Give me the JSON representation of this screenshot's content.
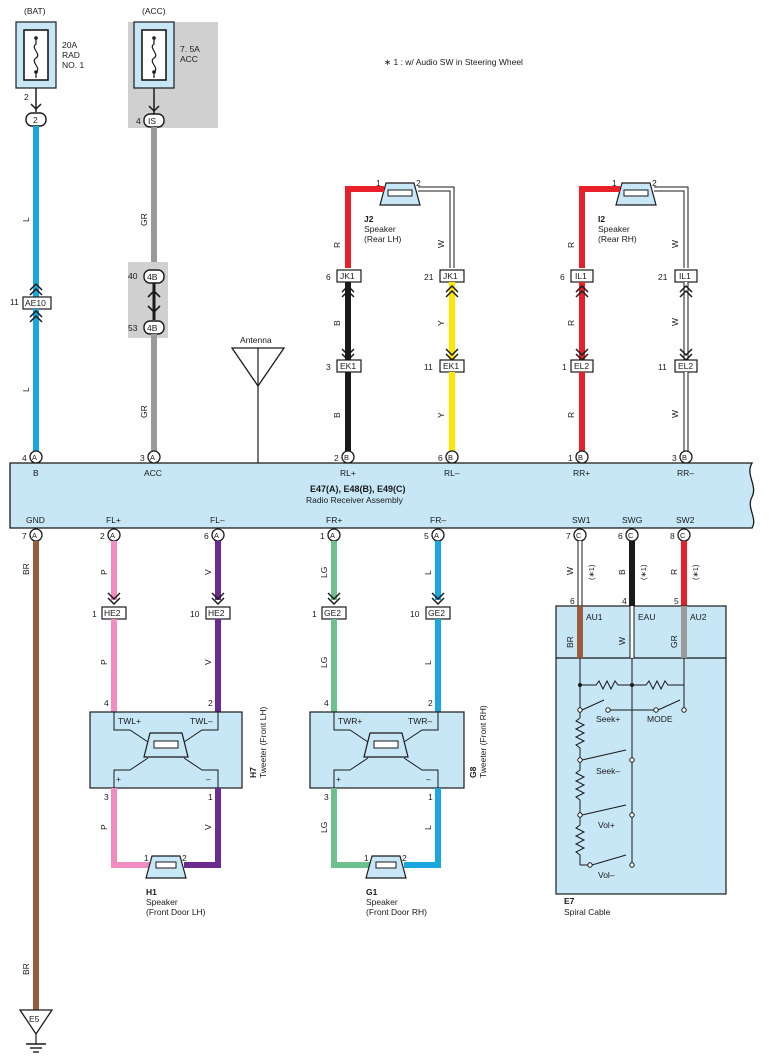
{
  "note": "∗ 1 : w/ Audio SW in Steering Wheel",
  "colors": {
    "L": "#1aa7e0",
    "GR": "#9a9a9a",
    "R": "#e8202a",
    "B": "#1a1a1a",
    "Y": "#ffe600",
    "W": "#ffffff",
    "BR": "#9b5a3a",
    "P": "#f08cc0",
    "V": "#6a2c91",
    "LG": "#6fc08f",
    "box_fill": "#c7e6f6",
    "gray_fill": "#d0d0d0"
  },
  "sources": {
    "bat": {
      "label": "(BAT)",
      "fuse": "20A",
      "fuse_name1": "RAD",
      "fuse_name2": "NO. 1",
      "pin": "2",
      "conn": "2",
      "wire": "L"
    },
    "acc": {
      "label": "(ACC)",
      "fuse": "7. 5A",
      "fuse_name": "ACC",
      "pin": "4",
      "conn": "IS",
      "wire": "GR"
    }
  },
  "mid_connectors": {
    "ae10": {
      "pin": "11",
      "name": "AE10",
      "wire": "L"
    },
    "acc4b_top": {
      "pin": "40",
      "name": "4B"
    },
    "acc4b_bot": {
      "pin": "53",
      "name": "4B",
      "wire": "GR"
    }
  },
  "antenna": {
    "label": "Antenna"
  },
  "rear_speakers": {
    "j2": {
      "id": "J2",
      "name": "Speaker",
      "pos": "(Rear LH)",
      "pin1": "1",
      "pin2": "2",
      "wire1": "R",
      "wire2": "W",
      "c1": {
        "pin": "6",
        "name": "JK1"
      },
      "c2": {
        "pin": "21",
        "name": "JK1"
      },
      "wire1b": "B",
      "wire2b": "Y",
      "c3": {
        "pin": "3",
        "name": "EK1"
      },
      "c4": {
        "pin": "11",
        "name": "EK1"
      },
      "wire1c": "B",
      "wire2c": "Y"
    },
    "i2": {
      "id": "I2",
      "name": "Speaker",
      "pos": "(Rear RH)",
      "pin1": "1",
      "pin2": "2",
      "wire1": "R",
      "wire2": "W",
      "c1": {
        "pin": "6",
        "name": "IL1"
      },
      "c2": {
        "pin": "21",
        "name": "IL1"
      },
      "wire1b": "R",
      "wire2b": "W",
      "c3": {
        "pin": "1",
        "name": "EL2"
      },
      "c4": {
        "pin": "11",
        "name": "EL2"
      },
      "wire1c": "R",
      "wire2c": "W"
    }
  },
  "radio": {
    "title": "E47(A), E48(B), E49(C)",
    "subtitle": "Radio Receiver Assembly",
    "top_pins": [
      {
        "pin": "4",
        "conn": "A",
        "label": "B"
      },
      {
        "pin": "3",
        "conn": "A",
        "label": "ACC"
      },
      {
        "pin": "2",
        "conn": "B",
        "label": "RL+"
      },
      {
        "pin": "6",
        "conn": "B",
        "label": "RL–"
      },
      {
        "pin": "1",
        "conn": "B",
        "label": "RR+"
      },
      {
        "pin": "3",
        "conn": "B",
        "label": "RR–"
      }
    ],
    "bottom_pins": [
      {
        "pin": "7",
        "conn": "A",
        "label": "GND"
      },
      {
        "pin": "2",
        "conn": "A",
        "label": "FL+"
      },
      {
        "pin": "6",
        "conn": "A",
        "label": "FL–"
      },
      {
        "pin": "1",
        "conn": "A",
        "label": "FR+"
      },
      {
        "pin": "5",
        "conn": "A",
        "label": "FR–"
      },
      {
        "pin": "7",
        "conn": "C",
        "label": "SW1"
      },
      {
        "pin": "6",
        "conn": "C",
        "label": "SWG"
      },
      {
        "pin": "8",
        "conn": "C",
        "label": "SW2"
      }
    ]
  },
  "front_lh": {
    "wire_p": "P",
    "wire_v": "V",
    "he2a": {
      "pin": "1",
      "name": "HE2"
    },
    "he2b": {
      "pin": "10",
      "name": "HE2"
    },
    "tweeter": {
      "id": "H7",
      "name": "Tweeter (Front LH)",
      "plus": "TWL+",
      "minus": "TWL–",
      "pin_a": "4",
      "pin_b": "2",
      "pin_c": "3",
      "pin_d": "1",
      "sign_p": "+",
      "sign_m": "–"
    },
    "speaker": {
      "id": "H1",
      "name": "Speaker",
      "pos": "(Front Door LH)",
      "pin1": "1",
      "pin2": "2"
    }
  },
  "front_rh": {
    "wire_lg": "LG",
    "wire_l": "L",
    "ge2a": {
      "pin": "1",
      "name": "GE2"
    },
    "ge2b": {
      "pin": "10",
      "name": "GE2"
    },
    "tweeter": {
      "id": "G8",
      "name": "Tweeter (Front RH)",
      "plus": "TWR+",
      "minus": "TWR–",
      "pin_a": "4",
      "pin_b": "2",
      "pin_c": "3",
      "pin_d": "1",
      "sign_p": "+",
      "sign_m": "–"
    },
    "speaker": {
      "id": "G1",
      "name": "Speaker",
      "pos": "(Front Door RH)",
      "pin1": "1",
      "pin2": "2"
    }
  },
  "spiral": {
    "id": "E7",
    "name": "Spiral Cable",
    "wires": [
      "W",
      "B",
      "R"
    ],
    "note": "(∗1)",
    "pins": [
      "6",
      "4",
      "5"
    ],
    "terms": [
      "AU1",
      "EAU",
      "AU2"
    ],
    "inner_wires": [
      "BR",
      "W",
      "GR"
    ],
    "switches": [
      "Seek+",
      "MODE",
      "Seek–",
      "Vol+",
      "Vol–"
    ]
  },
  "ground": {
    "wire": "BR",
    "name": "E5"
  }
}
